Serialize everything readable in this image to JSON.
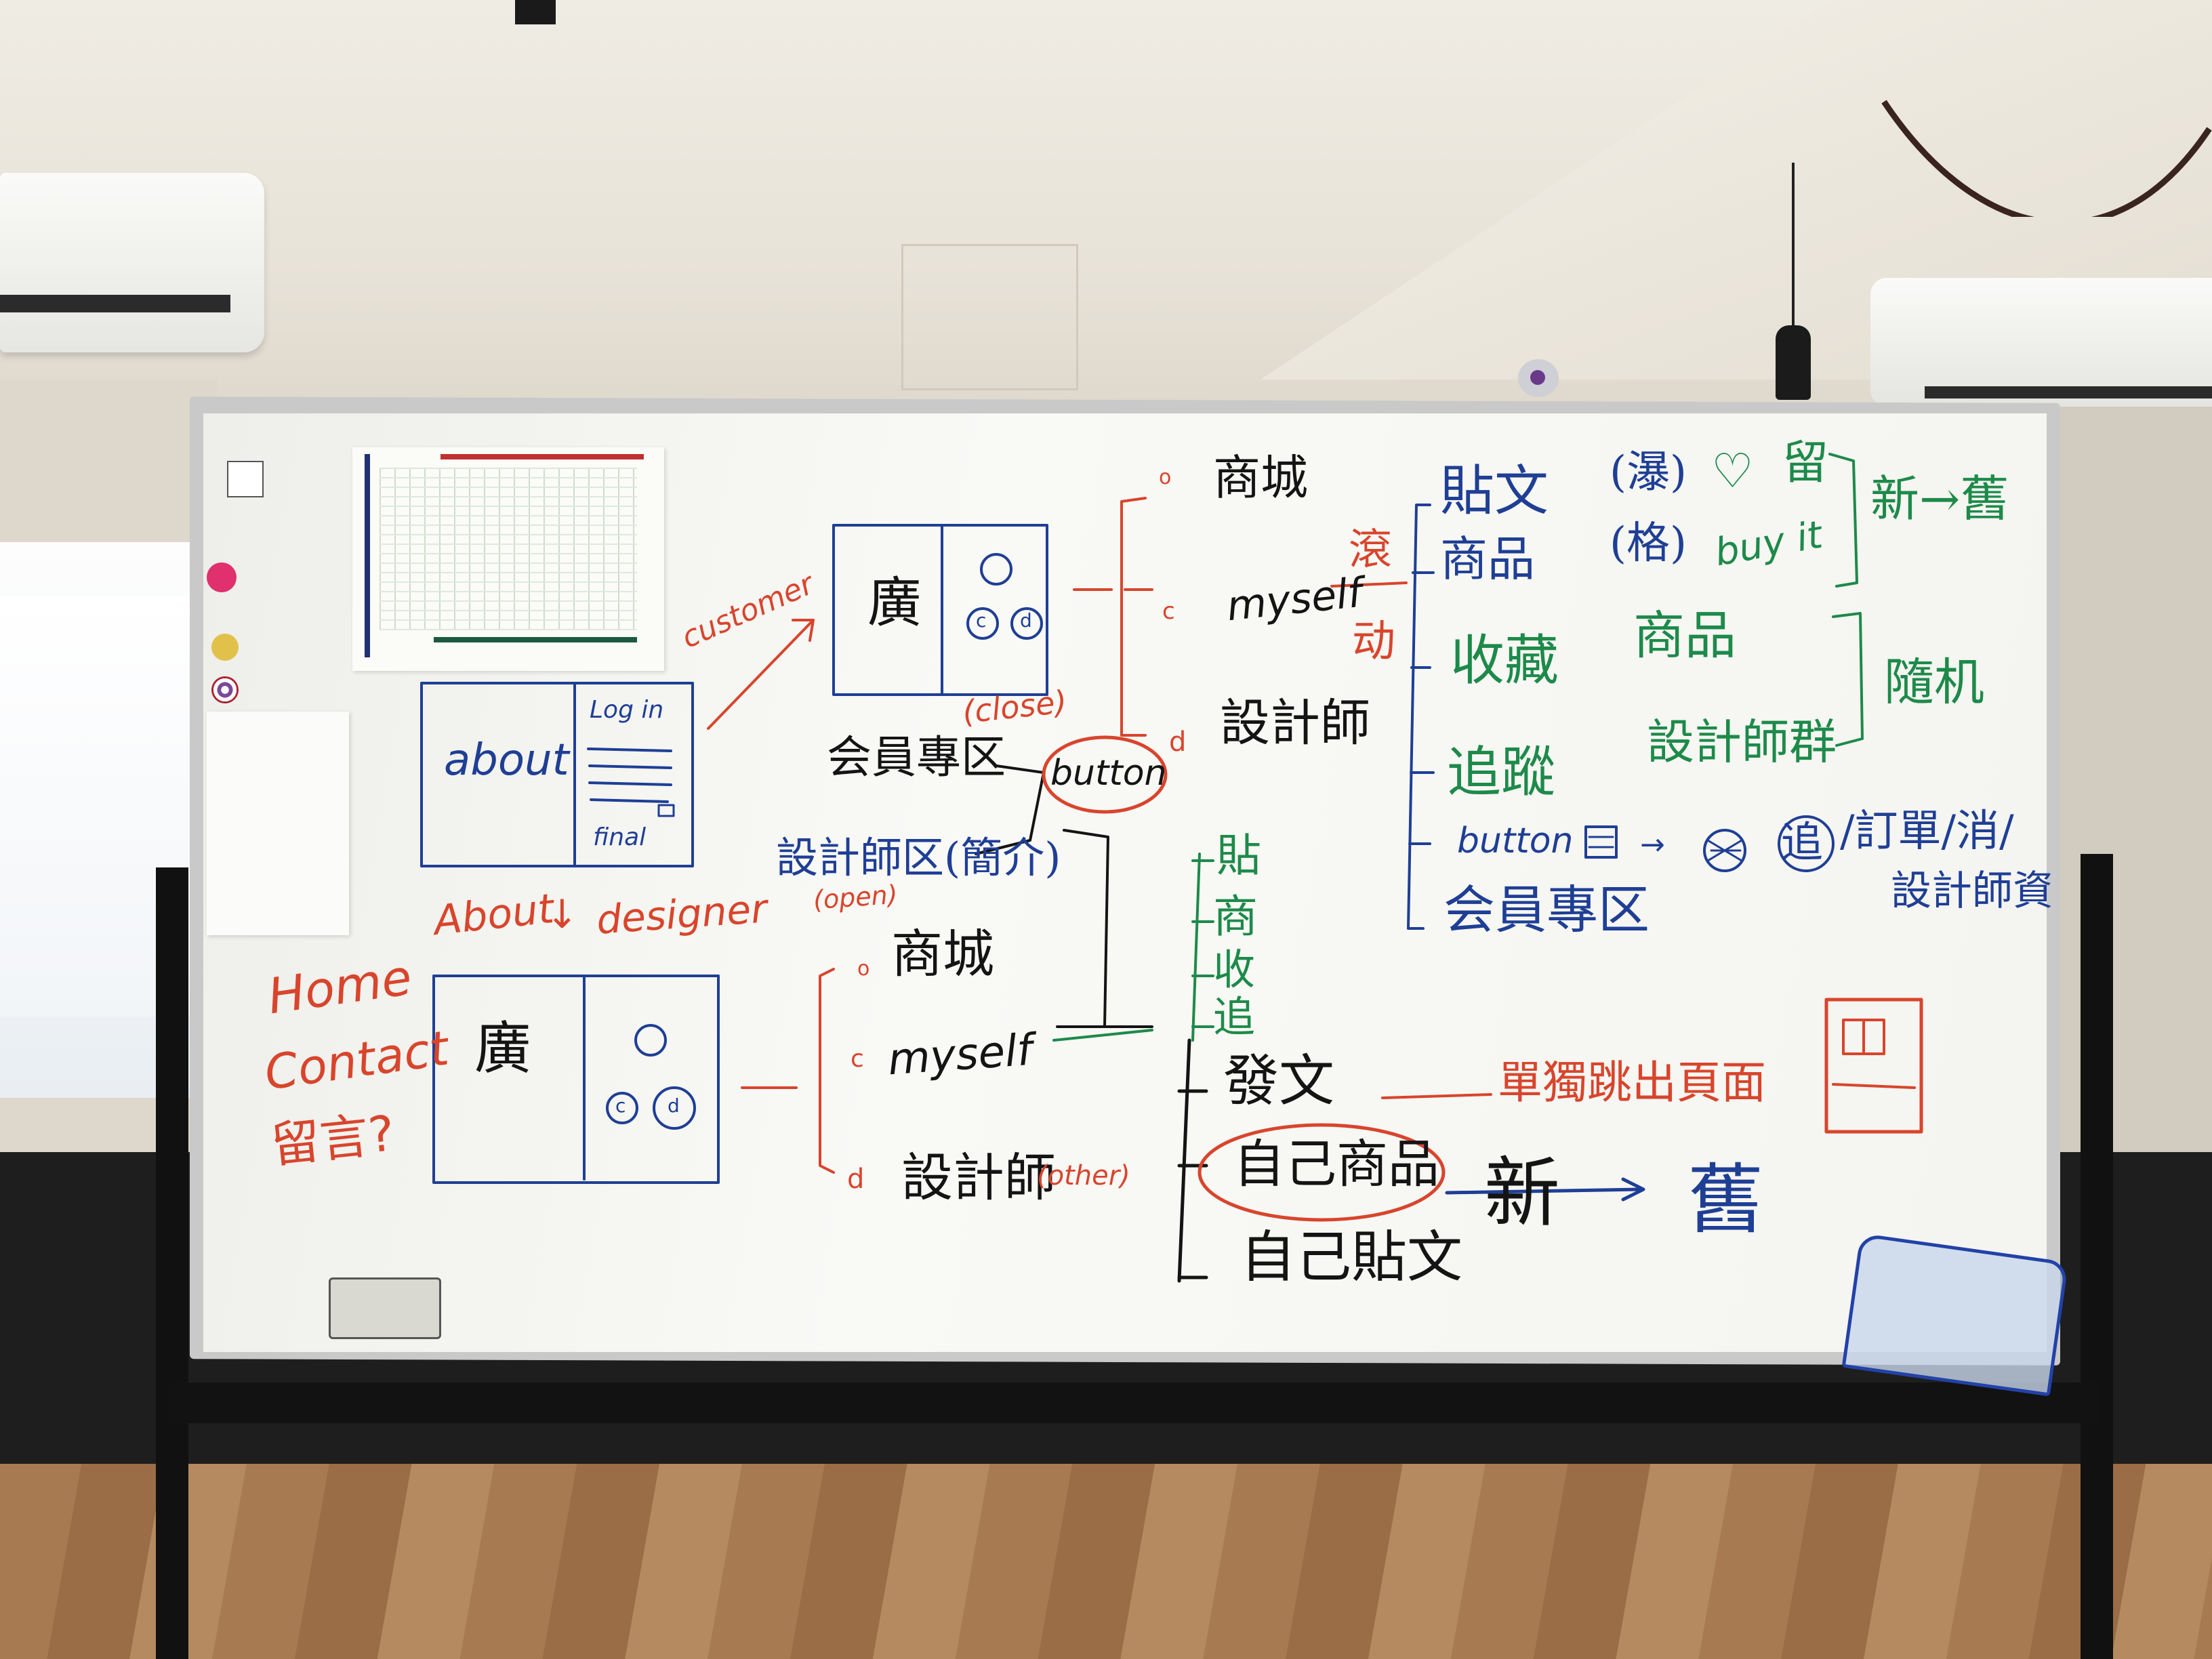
{
  "colors": {
    "marker_blue": "#1f3f95",
    "marker_red": "#d8452c",
    "marker_green": "#1d8a4a",
    "marker_black": "#141414",
    "board_white": "#f4f4f0",
    "frame_silver": "#c9c9c9"
  },
  "whiteboard": {
    "left_wireframe_top": {
      "customer_label": "customer",
      "about": "about",
      "log_in": "Log in",
      "final": "final"
    },
    "nav_labels": {
      "about": "About",
      "arrow": "↓",
      "designer": "designer",
      "home": "Home",
      "contact": "Contact",
      "message": "留言?"
    },
    "center_wireframe_top": {
      "ad": "廣",
      "c": "c",
      "d": "d",
      "close": "(close)"
    },
    "center_wireframe_bottom": {
      "ad": "廣",
      "c": "c",
      "d": "d"
    },
    "member_area_mid": "会員專区",
    "button_circle": "button",
    "designer_area": "設計師区(簡介)",
    "open": "(open)",
    "branch_top": {
      "o_marker": "o",
      "mall": "商城",
      "c_marker": "c",
      "myself": "myself",
      "scroll_1": "滾",
      "scroll_2": "动",
      "d_marker": "d",
      "designer": "設計師"
    },
    "branch_bottom": {
      "o_marker": "o",
      "mall": "商城",
      "c_marker": "c",
      "myself": "myself",
      "d_marker": "d",
      "designer": "設計師",
      "other": "(other)"
    },
    "vertical_list_green": [
      "貼",
      "商",
      "收",
      "追"
    ],
    "vertical_list_black": {
      "post": "發文",
      "own_products": "自己商品",
      "own_posts": "自己貼文"
    },
    "separate_page": "單獨跳出頁面",
    "new_to_old_bottom": {
      "new": "新",
      "arrow": "→",
      "old": "舊"
    },
    "right_tree": {
      "post": "貼文",
      "waterfall": "(瀑)",
      "heart": "♡",
      "comment": "留",
      "product": "商品",
      "grid": "(格)",
      "buy_it": "buy it",
      "new_to_old": "新→舊",
      "collect": "收藏",
      "collect_product": "商品",
      "random": "隨机",
      "follow": "追蹤",
      "designer_group": "設計師群",
      "button": "button",
      "menu_icon": "目",
      "arrow": "→",
      "follow_circle": "追",
      "orders": "/訂單/消/",
      "designer_info": "設計師資",
      "member_area": "会員專区"
    }
  }
}
